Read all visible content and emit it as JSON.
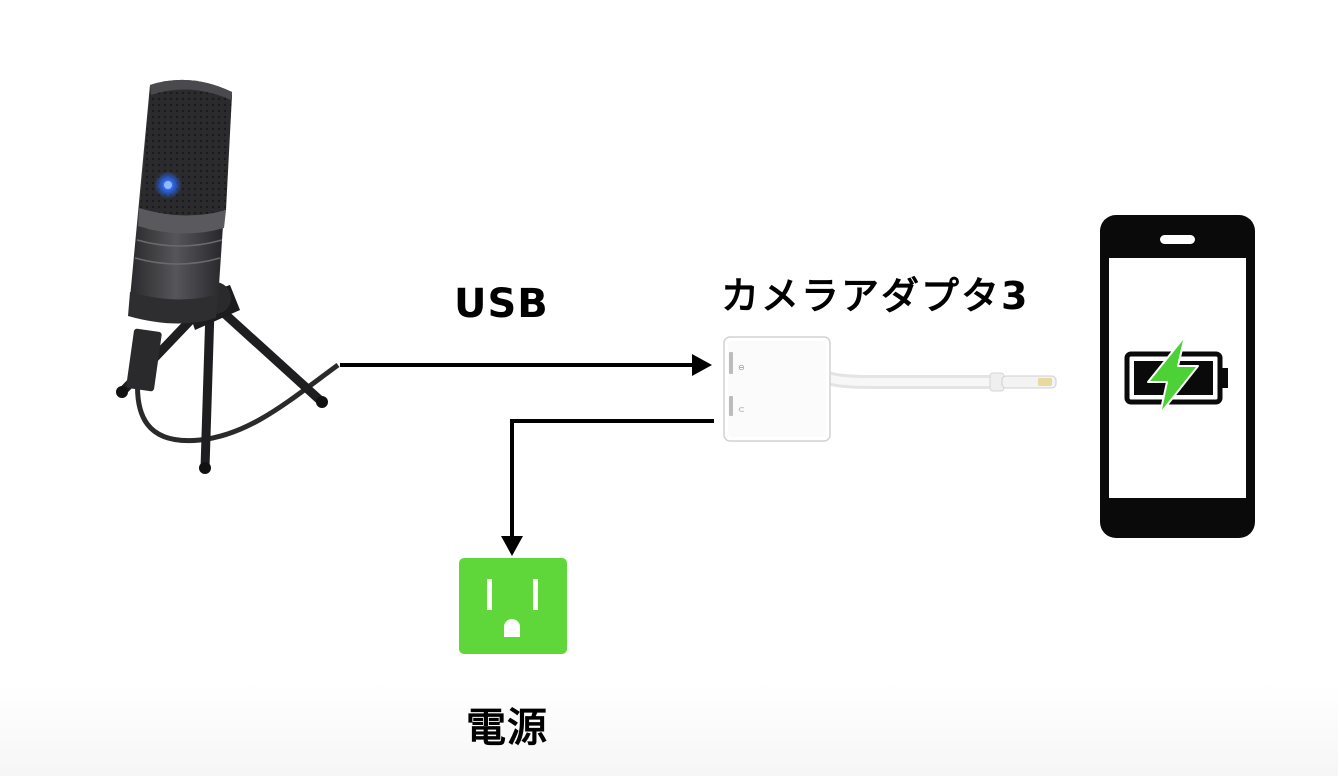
{
  "labels": {
    "usb": "USB",
    "camera_adapter": "カメラアダプタ3",
    "power": "電源"
  },
  "colors": {
    "background": "#ffffff",
    "line": "#000000",
    "outlet_green": "#5fd63a",
    "charge_green": "#4cd137",
    "phone_body": "#0a0a0a",
    "microphone_body": "#3b3b3e"
  },
  "icons": {
    "microphone": "microphone-icon",
    "camera_adapter": "camera-adapter-icon",
    "smartphone": "smartphone-icon",
    "battery": "battery-charging-icon",
    "outlet": "power-outlet-icon"
  }
}
